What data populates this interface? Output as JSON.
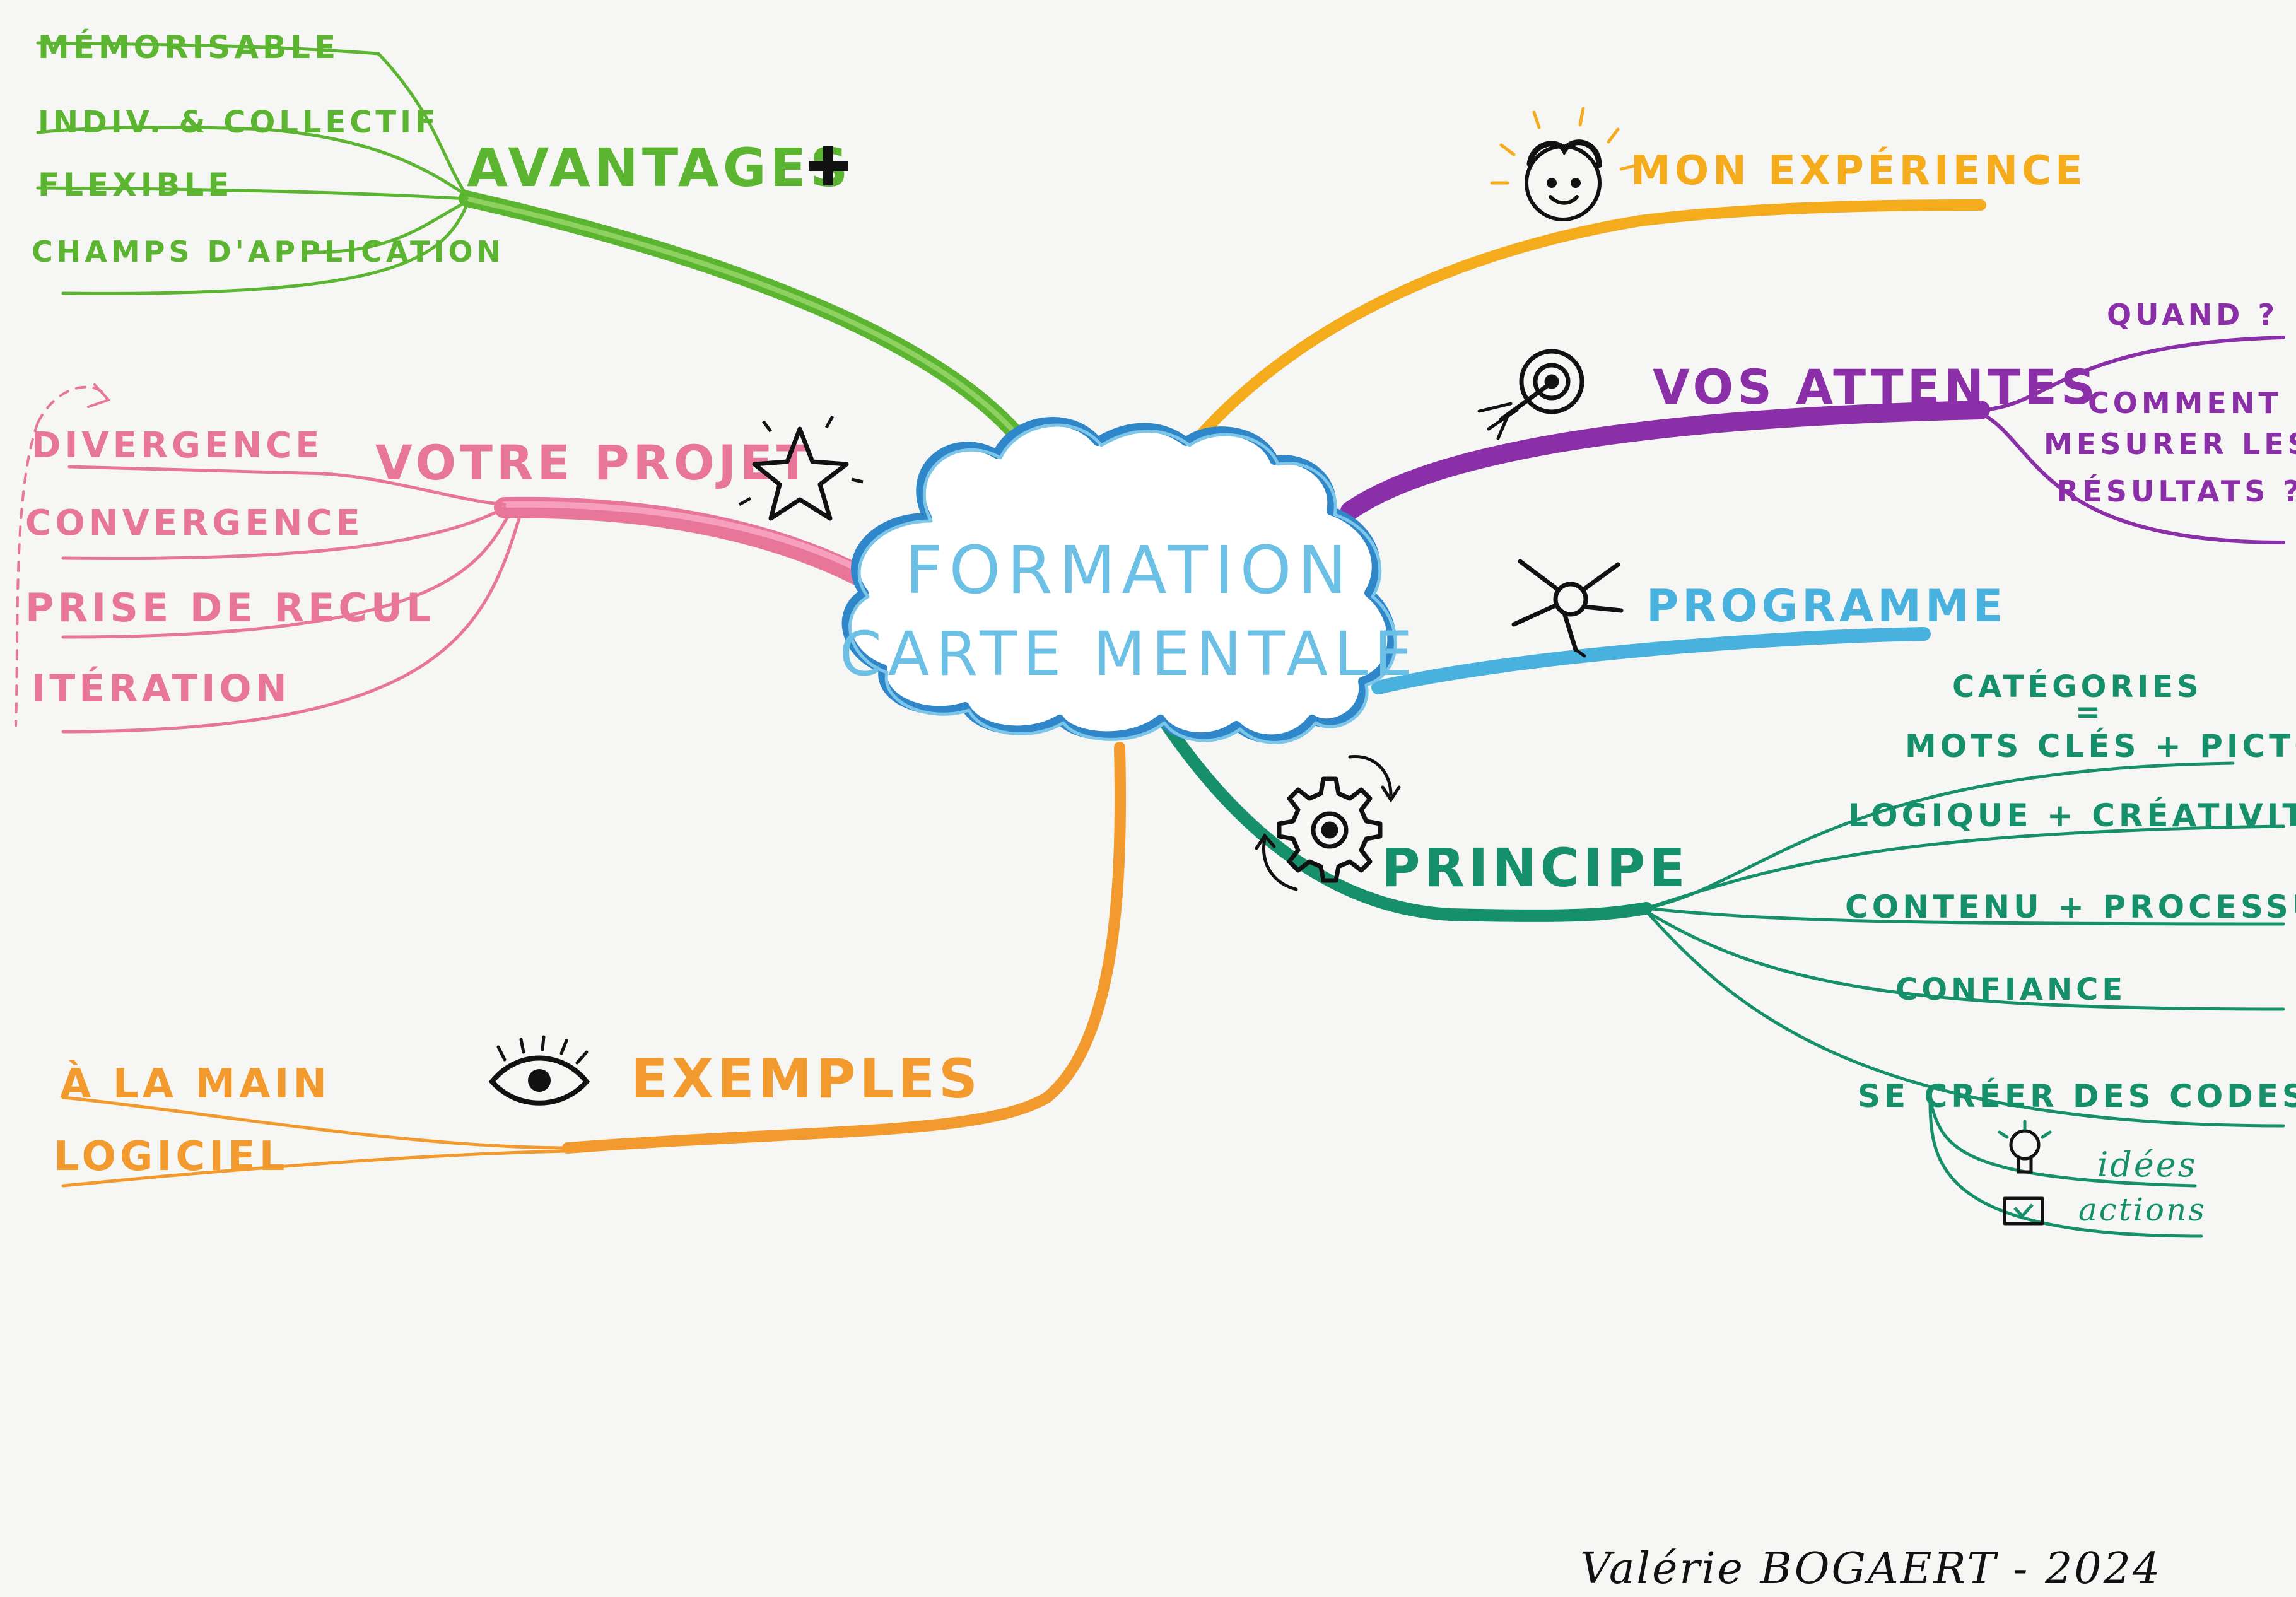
{
  "center": {
    "line1": "FORMATION",
    "line2": "CARTE MENTALE"
  },
  "branches": {
    "avantages": {
      "label": "AVANTAGES",
      "mark": "+",
      "color": "#5cb531",
      "items": [
        "MÉMORISABLE",
        "INDIV. & COLLECTIF",
        "FLEXIBLE",
        "CHAMPS D'APPLICATION"
      ]
    },
    "votre_projet": {
      "label": "VOTRE PROJET",
      "color": "#e8769a",
      "items": [
        "DIVERGENCE",
        "CONVERGENCE",
        "PRISE DE RECUL",
        "ITÉRATION"
      ]
    },
    "exemples": {
      "label": "EXEMPLES",
      "color": "#f29a2e",
      "items": [
        "À LA MAIN",
        "LOGICIEL"
      ]
    },
    "mon_experience": {
      "label": "MON EXPÉRIENCE",
      "color": "#f4ab1c"
    },
    "vos_attentes": {
      "label": "VOS ATTENTES",
      "color": "#8a2fa8",
      "items": [
        "QUAND ?",
        "COMMENT",
        "MESURER LES",
        "RÉSULTATS ?"
      ]
    },
    "programme": {
      "label": "PROGRAMME",
      "color": "#48b1de"
    },
    "principe": {
      "label": "PRINCIPE",
      "color": "#16906a",
      "categories": {
        "line1": "CATÉGORIES",
        "equals": "=",
        "line2": "MOTS CLÉS + PICTOS"
      },
      "items": [
        "LOGIQUE + CRÉATIVITÉ",
        "CONTENU + PROCESSUS",
        "CONFIANCE",
        "SE CRÉER DES CODES"
      ],
      "codes": [
        "idées",
        "actions"
      ]
    }
  },
  "signature": "Valérie BOGAERT - 2024",
  "icons": [
    "plus-icon",
    "star-icon",
    "eye-icon",
    "smiling-face-icon",
    "target-arrow-icon",
    "compass-star-icon",
    "gear-icon",
    "lightbulb-icon",
    "checkbox-icon",
    "cycle-arrow-icon"
  ]
}
